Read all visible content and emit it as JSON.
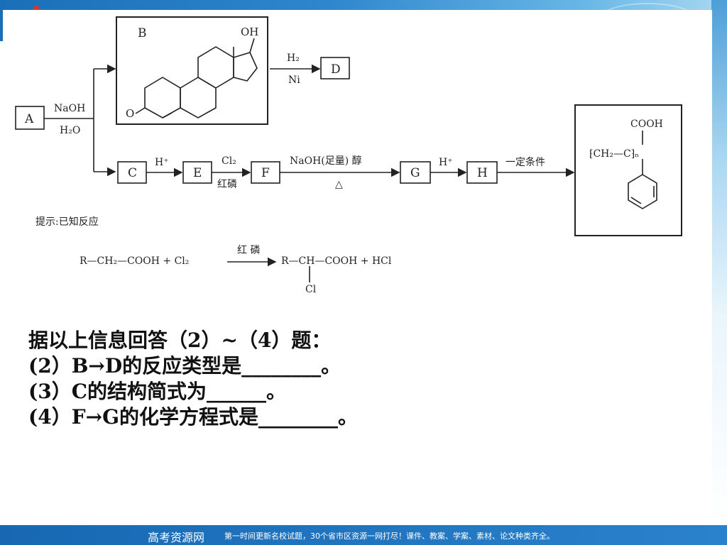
{
  "scheme": {
    "box_a": "A",
    "box_b": "B",
    "box_c": "C",
    "box_d": "D",
    "box_e": "E",
    "box_f": "F",
    "box_g": "G",
    "box_h": "H",
    "oh_label": "OH",
    "ketone_o": "O",
    "step_a_top": "NaOH",
    "step_a_bottom": "H₂O",
    "step_bd_top": "H₂",
    "step_bd_bottom": "Ni",
    "step_ce": "H⁺",
    "step_ef_top": "Cl₂",
    "step_ef_bottom": "红磷",
    "step_fg_top": "NaOH(足量) 醇",
    "step_fg_bottom": "△",
    "step_gh": "H⁺",
    "step_h_polymer": "一定条件",
    "polymer_cooh": "COOH",
    "polymer_chain": "⁅CH₂—C⁆ₙ"
  },
  "hint": {
    "title": "提示:已知反应",
    "reactant": "R—CH₂—COOH + Cl₂",
    "condition": "红 磷",
    "product": "R—CH—COOH + HCl",
    "product_cl": "Cl"
  },
  "questions": {
    "intro": "据以上信息回答（2）~（4）题：",
    "q2": "(2）B→D的反应类型是________。",
    "q3": "(3）C的结构简式为______。",
    "q4": "(4）F→G的化学方程式是________。"
  },
  "footer": {
    "brand": "高考资源网",
    "tagline": "第一时间更新名校试题，30个省市区资源一网打尽！课件、教案、学案、素材、论文种类齐全。"
  }
}
